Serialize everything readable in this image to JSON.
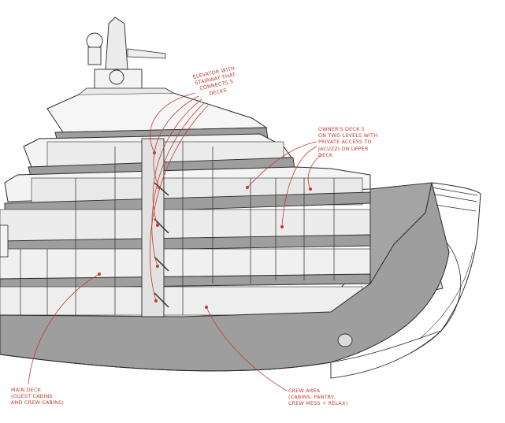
{
  "annotations": {
    "elevator": [
      "Elevator with",
      "stairway that",
      "connects 5",
      "decks"
    ],
    "owner_deck": [
      "Owner's deck 5",
      "on two levels with",
      "private access to",
      "jacuzzi on upper",
      "deck"
    ],
    "main_deck": [
      "Main deck",
      "(guest cabins",
      "and crew cabins)"
    ],
    "crew_area": [
      "Crew area",
      "(cabins, pantry,",
      "crew mess + relax)"
    ]
  },
  "colors": {
    "annotation": "#c23a2f",
    "hull": "#9e9e9e",
    "hull_dark": "#8a8a8a",
    "line": "#2a2a2a",
    "white": "#ffffff",
    "interior": "#eaeaea"
  }
}
